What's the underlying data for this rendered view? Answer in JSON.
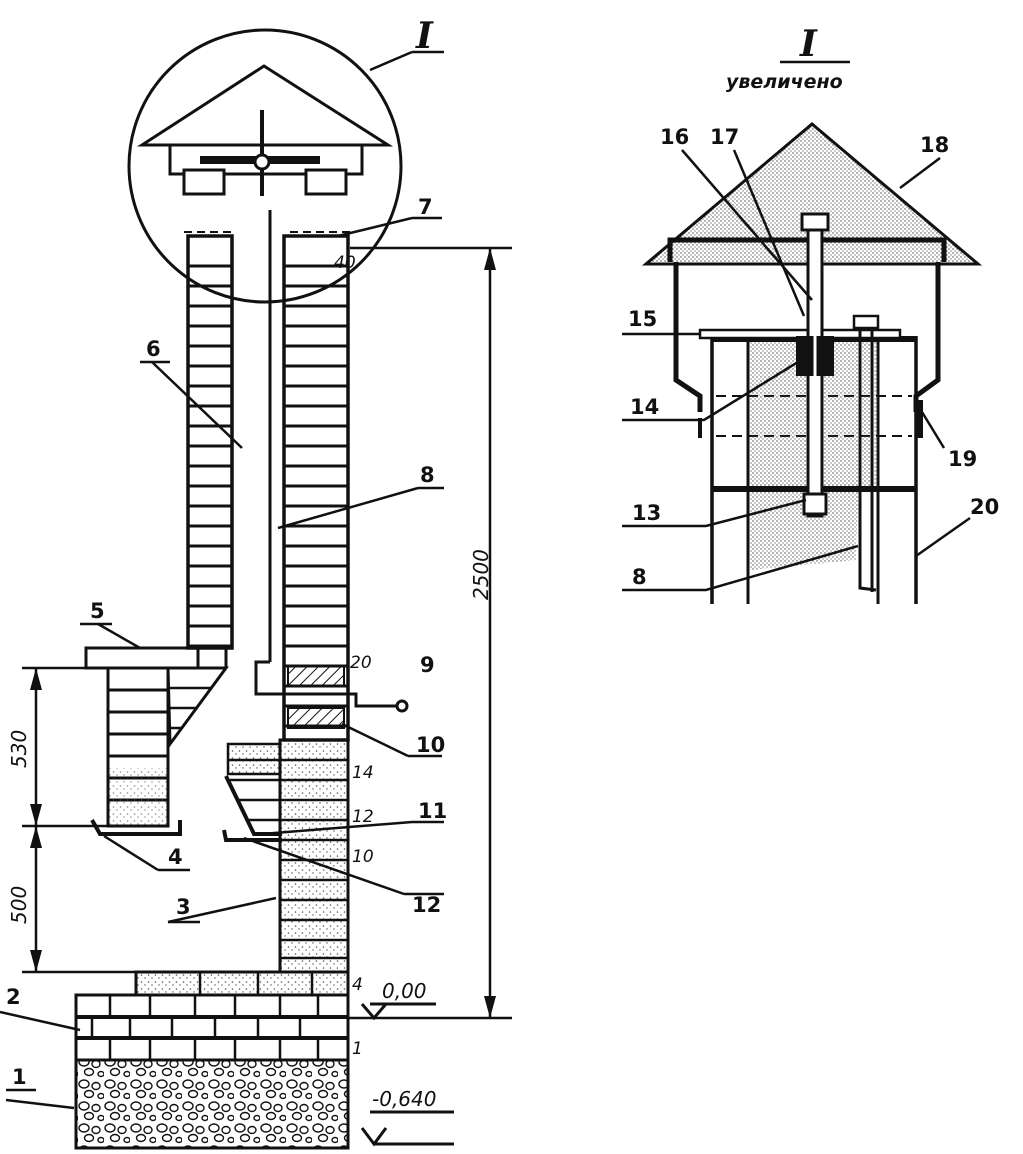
{
  "detail_title": "I",
  "detail_subtitle": "увеличено",
  "callout_mark": "I",
  "part_labels": [
    "1",
    "2",
    "3",
    "4",
    "5",
    "6",
    "7",
    "8",
    "9",
    "10",
    "11",
    "12",
    "13",
    "14",
    "15",
    "16",
    "17",
    "18",
    "19",
    "20",
    "8"
  ],
  "dimensions": {
    "total_height": "2500",
    "upper_span": "530",
    "lower_span": "500",
    "level_zero": "0,00",
    "level_foundation": "-0,640",
    "cap_gap": "40"
  },
  "course_numbers": [
    "20",
    "14",
    "12",
    "10",
    "4",
    "1"
  ],
  "colors": {
    "ink": "#111111",
    "paper": "#ffffff",
    "fill_dots": "#555555"
  }
}
